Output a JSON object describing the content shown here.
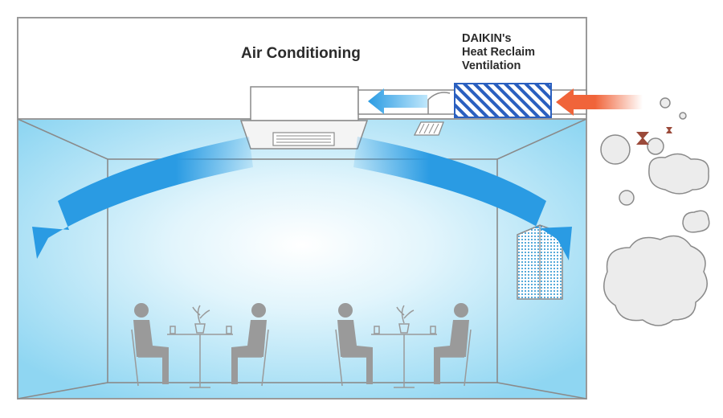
{
  "labels": {
    "air_conditioning": "Air Conditioning",
    "hrv_line1": "DAIKIN's",
    "hrv_line2": "Heat Reclaim",
    "hrv_line3": "Ventilation"
  },
  "colors": {
    "room_fill": "#8fd6f2",
    "room_glow": "#ffffff",
    "airflow_blue": "#2a9be3",
    "fresh_air_orange": "#f0643a",
    "hrv_stripes": "#2a5fbf",
    "outline": "#8a8a8a",
    "people": "#9a9a9a",
    "pollution_cloud": "#e9e9e9"
  },
  "icons": {
    "left_airflow": "curved-arrow-left-icon",
    "right_airflow": "curved-arrow-right-icon",
    "fresh_air": "arrow-left-icon",
    "duct_flow": "arrow-left-icon",
    "pollution": "smoke-cloud-icon",
    "pollen": "pollen-icon"
  }
}
